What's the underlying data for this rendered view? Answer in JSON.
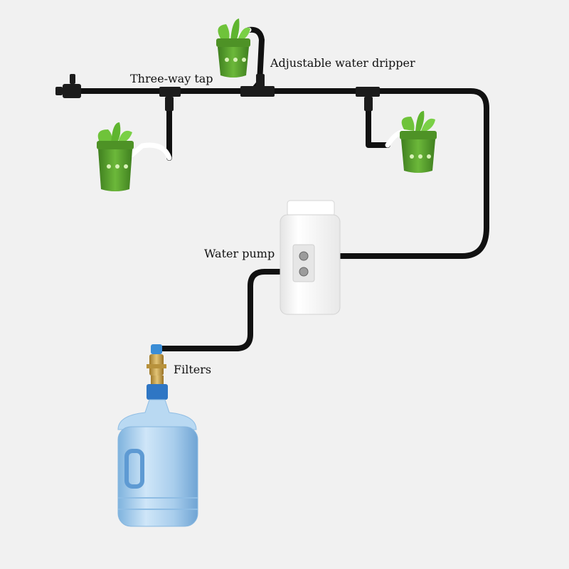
{
  "labels": {
    "three_way_tap": "Three-way tap",
    "dripper": "Adjustable water dripper",
    "pump": "Water pump",
    "filters": "Filters"
  },
  "colors": {
    "background": "#f1f1f1",
    "tubing": "#111111",
    "pot": "#5ca531",
    "leaf": "#6fc33a",
    "pump_body": "#f7f7f7",
    "bottle": "#a9d0ef",
    "bottle_cap": "#2f76c4",
    "filter": "#c9a24a"
  }
}
